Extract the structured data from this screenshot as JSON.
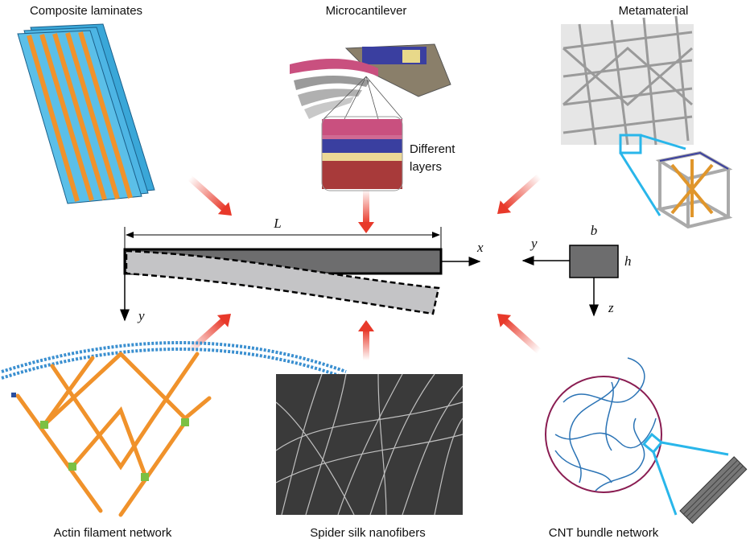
{
  "labels": {
    "composite": "Composite laminates",
    "microcantilever": "Microcantilever",
    "metamaterial": "Metamaterial",
    "different_layers_1": "Different",
    "different_layers_2": "layers",
    "actin": "Actin filament network",
    "spider": "Spider silk nanofibers",
    "cnt": "CNT bundle network"
  },
  "beam": {
    "length": "L",
    "x_axis": "x",
    "y_axis": "y"
  },
  "section": {
    "width": "b",
    "height": "h",
    "y_axis": "y",
    "z_axis": "z"
  },
  "colors": {
    "arrow": "#e8392a",
    "beam": "#6d6d6e",
    "beam_deflected": "#c4c4c6",
    "laminate_blue": "#5bbfe8",
    "laminate_orange": "#f0922b",
    "cnt_circle": "#8a1d52",
    "cnt_fiber": "#2a73b5",
    "highlight": "#29b6ea"
  }
}
